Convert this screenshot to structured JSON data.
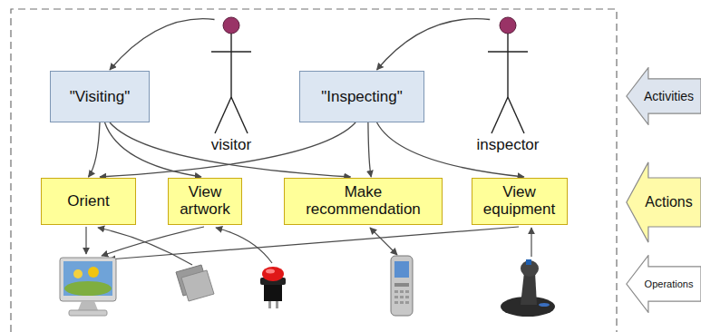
{
  "diagram": {
    "nodes": [
      {
        "text": [
          "\"Visiting\""
        ]
      },
      {
        "text": [
          "visitor"
        ]
      },
      {
        "text": [
          "\"Inspecting\""
        ]
      },
      {
        "text": [
          "inspector"
        ]
      },
      {
        "text": [
          "Activities"
        ]
      },
      {
        "text": [
          "Orient"
        ]
      },
      {
        "text": [
          "View artwork"
        ]
      },
      {
        "text": [
          "Make recommendation"
        ]
      },
      {
        "text": [
          "View equipment"
        ]
      },
      {
        "text": [
          "Actions"
        ]
      },
      {
        "text": [
          "Operations"
        ]
      }
    ],
    "edges": [
      {
        "from": 1,
        "to": 0,
        "arrow": "to"
      },
      {
        "from": 3,
        "to": 2,
        "arrow": "to"
      },
      {
        "from": 0,
        "to": 5,
        "arrow": "to"
      },
      {
        "from": 0,
        "to": 6,
        "arrow": "to"
      },
      {
        "from": 0,
        "to": 7,
        "arrow": "to"
      },
      {
        "from": 2,
        "to": 5,
        "arrow": "to"
      },
      {
        "from": 2,
        "to": 7,
        "arrow": "to"
      },
      {
        "from": 2,
        "to": 8,
        "arrow": "to"
      }
    ]
  }
}
